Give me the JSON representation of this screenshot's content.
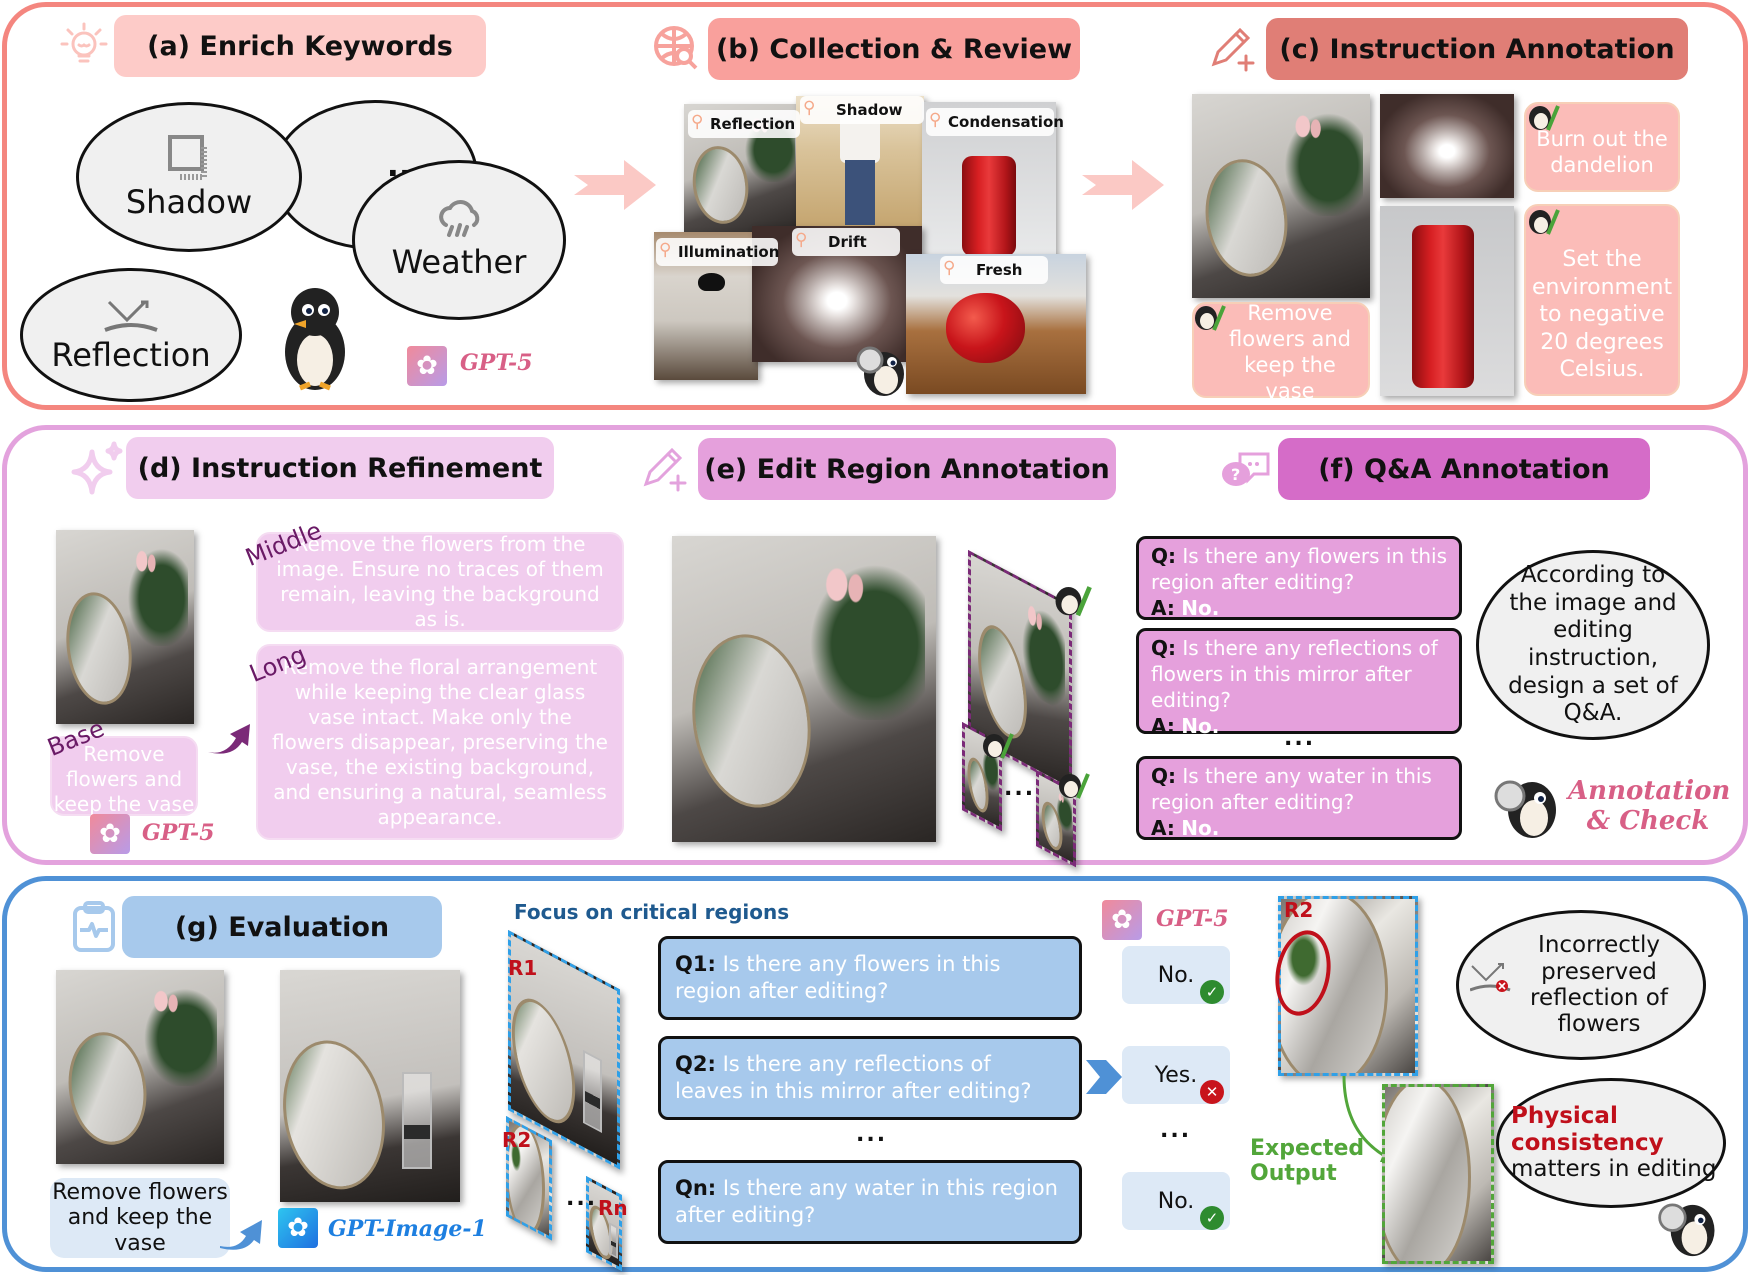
{
  "panels": {
    "a": {
      "title": "(a) Enrich Keywords",
      "icon": "lightbulb-icon",
      "bubbles": [
        "Shadow",
        "...",
        "Weather",
        "Reflection"
      ],
      "model": "GPT-5"
    },
    "b": {
      "title": "(b) Collection & Review",
      "icon": "globe-search-icon",
      "tags": [
        "Reflection",
        "Shadow",
        "Condensation",
        "Illumination",
        "Drift",
        "Fresh"
      ]
    },
    "c": {
      "title": "(c) Instruction Annotation",
      "icon": "pencil-plus-icon",
      "instructions": [
        "Remove flowers and keep the vase",
        "Burn out the dandelion",
        "Set the environment to negative 20 degrees Celsius."
      ]
    },
    "d": {
      "title": "(d) Instruction Refinement",
      "icon": "sparkle-icon",
      "levels": [
        {
          "label": "Base",
          "text": "Remove flowers and keep the vase"
        },
        {
          "label": "Middle",
          "text": "Remove the flowers from the image. Ensure no traces of them remain, leaving the background as is."
        },
        {
          "label": "Long",
          "text": "Remove the floral arrangement while keeping the clear glass vase intact. Make only the flowers disappear, preserving the vase, the existing background, and ensuring a natural, seamless appearance."
        }
      ],
      "model": "GPT-5"
    },
    "e": {
      "title": "(e) Edit Region Annotation",
      "icon": "pencil-plus-icon",
      "ellipsis": "..."
    },
    "f": {
      "title": "(f) Q&A Annotation",
      "icon": "question-chat-icon",
      "qa": [
        {
          "q_prefix": "Q:",
          "q": "Is there any flowers in this region after editing?",
          "a_prefix": "A:",
          "a": "No."
        },
        {
          "q_prefix": "Q:",
          "q": "Is there any reflections of flowers in this mirror after editing?",
          "a_prefix": "A:",
          "a": "No."
        },
        {
          "q_prefix": "Q:",
          "q": "Is there any water in this region after editing?",
          "a_prefix": "A:",
          "a": "No."
        }
      ],
      "ellipsis": "...",
      "bubble": "According to the image and editing instruction, design a set of Q&A.",
      "caption_line1": "Annotation",
      "caption_line2": "& Check"
    },
    "g": {
      "title": "(g) Evaluation",
      "icon": "clipboard-pulse-icon",
      "instruction": "Remove flowers and keep the vase",
      "edit_model": "GPT-Image-1",
      "focus_title": "Focus on critical regions",
      "regions": [
        "R1",
        "R2",
        "Rn"
      ],
      "region_ellipsis": "...",
      "judge_model": "GPT-5",
      "questions": [
        {
          "prefix": "Q1:",
          "text": "Is there any flowers in this region after editing?",
          "answer": "No.",
          "correct": true
        },
        {
          "prefix": "Q2:",
          "text": "Is there any reflections of leaves in this mirror after editing?",
          "answer": "Yes.",
          "correct": false
        },
        {
          "prefix": "Qn:",
          "text": "Is there any water in this region after editing?",
          "answer": "No.",
          "correct": true
        }
      ],
      "ellipsis": "...",
      "zoom_region": "R2",
      "expected_line1": "Expected",
      "expected_line2": "Output",
      "bubble_error": "Incorrectly preserved reflection of flowers",
      "bubble_highlight": "Physical consistency",
      "bubble_rest": "matters in editing"
    }
  },
  "colors": {
    "panel_top_border": "#f4867f",
    "panel_mid_border": "#e3a2dd",
    "panel_bottom_border": "#4f91d6",
    "title_a": "#fdcbc8",
    "title_b": "#f9a09c",
    "title_c": "#e07e76",
    "title_d": "#f1cdee",
    "title_e": "#e5a0dc",
    "title_f": "#d56cc8",
    "title_g": "#a7c9ec",
    "model_label": "#d85f86",
    "edit_model_label": "#1d7fe0",
    "region_label": "#c0101b",
    "expected_label": "#52a63a"
  }
}
